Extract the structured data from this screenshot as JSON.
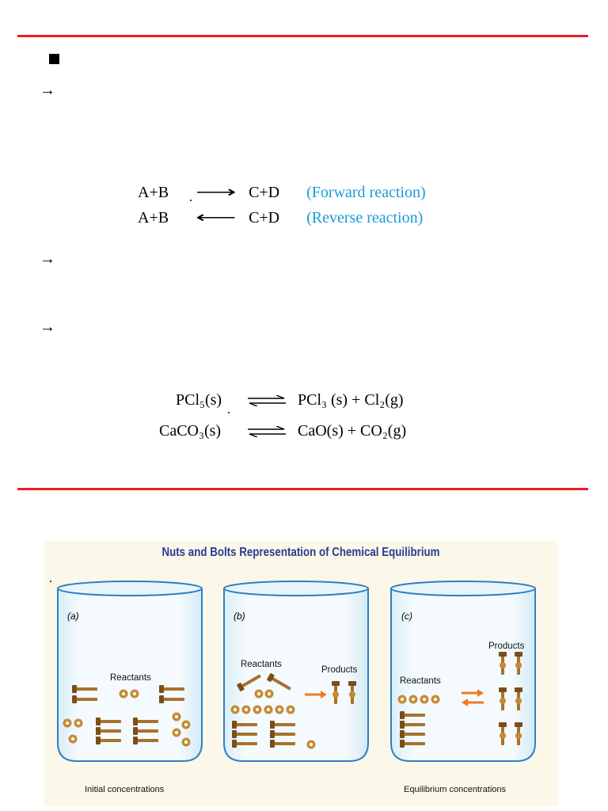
{
  "equations_set1": [
    {
      "lhs": "A+B",
      "arrow": "⟶",
      "rhs": "C+D",
      "label": "(Forward reaction)"
    },
    {
      "lhs": "A+B",
      "arrow": "⟵",
      "rhs": "C+D",
      "label": "(Reverse reaction)"
    }
  ],
  "equations_set2": [
    {
      "lhs": "PCl₅(s)",
      "rhs": "PCl₃ (s) + Cl₂(g)"
    },
    {
      "lhs": "CaCO₃(s)",
      "rhs": "CaO(s) + CO₂(g)"
    }
  ],
  "arrow_glyph": "→",
  "figure": {
    "title": "Nuts and Bolts Representation of Chemical Equilibrium",
    "panels": [
      {
        "label": "(a)",
        "texts": [
          "Reactants"
        ],
        "caption": "Initial concentrations"
      },
      {
        "label": "(b)",
        "texts": [
          "Reactants",
          "Products"
        ],
        "caption": ""
      },
      {
        "label": "(c)",
        "texts": [
          "Products",
          "Reactants"
        ],
        "caption": "Equilibrium concentrations"
      }
    ]
  },
  "colors": {
    "rule": "#ee1c24",
    "label_blue": "#1a9bd7",
    "title_blue": "#2a3a8f",
    "bronze": "#a8722c"
  }
}
